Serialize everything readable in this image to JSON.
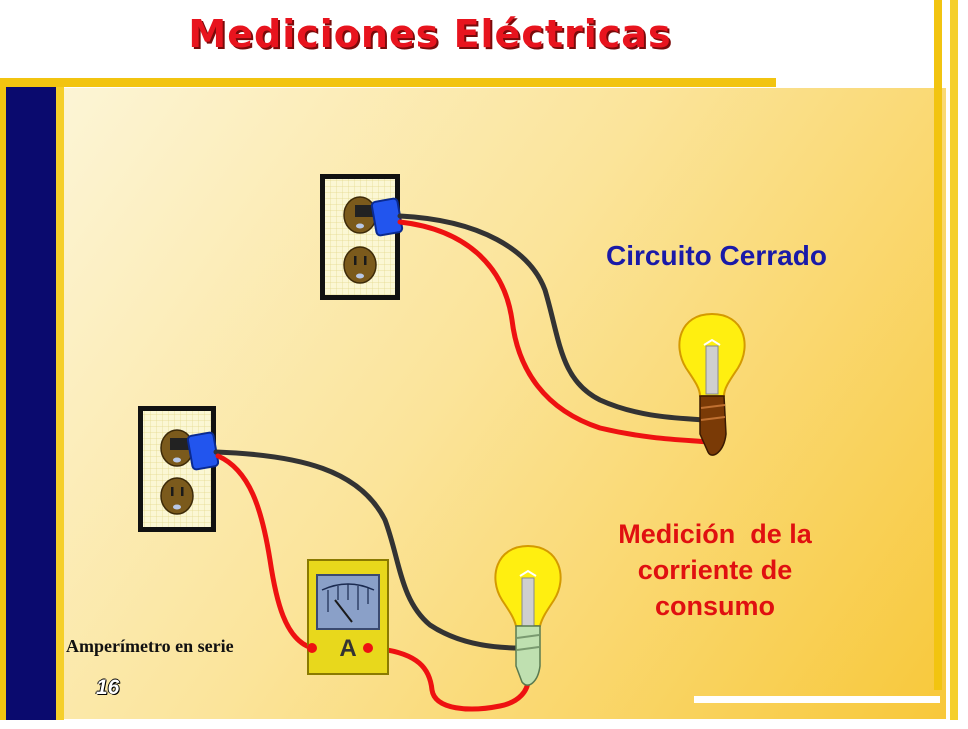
{
  "slide": {
    "title": "Mediciones Eléctricas",
    "page_number": "16"
  },
  "labels": {
    "closed_circuit": "Circuito Cerrado",
    "measurement_lines": [
      "Medición  de la",
      "corriente de",
      "consumo"
    ],
    "ammeter_in_series": "Amperímetro en serie"
  },
  "ammeter": {
    "symbol": "A"
  },
  "colors": {
    "title_red": "#e8141e",
    "closed_circuit_blue": "#1a1aa8",
    "measurement_red": "#e01010",
    "wire_red": "#ee1111",
    "wire_black": "#333333",
    "navy_bar": "#0a0a6e",
    "frame_yellow": "#f2c410",
    "plug_blue": "#2255ee",
    "bulb_yellow": "#ffef10"
  }
}
